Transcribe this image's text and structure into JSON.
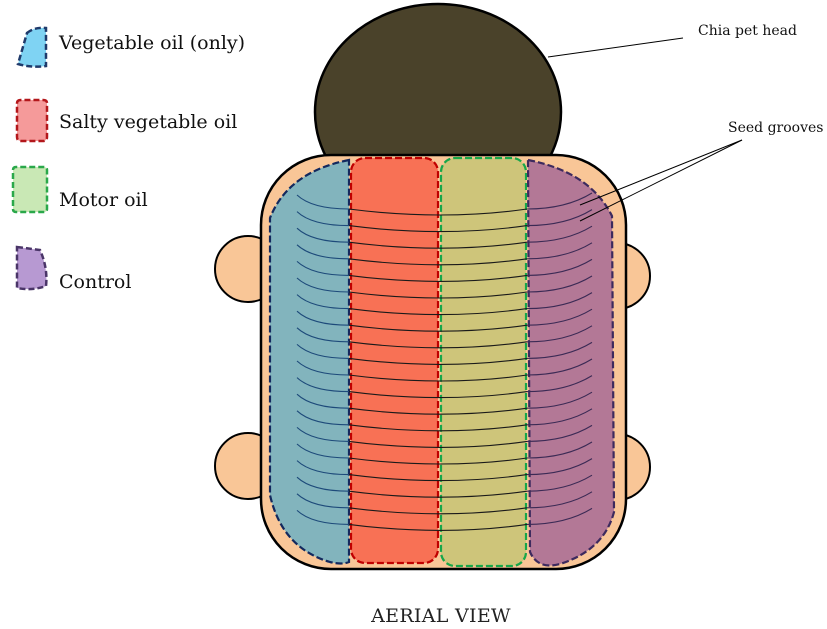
{
  "legend": [
    {
      "label": "Vegetable oil (only)",
      "fill": "#7fd3f3",
      "border": "#1f3a6b"
    },
    {
      "label": "Salty vegetable oil",
      "fill": "#f59a9a",
      "border": "#b3171b"
    },
    {
      "label": "Motor oil",
      "fill": "#c9e8b5",
      "border": "#2aa84a"
    },
    {
      "label": "Control",
      "fill": "#b799d2",
      "border": "#4a3568"
    }
  ],
  "annotations": {
    "head": "Chia pet head",
    "grooves": "Seed grooves"
  },
  "caption": "AERIAL VIEW",
  "colors": {
    "head": "#4a422a",
    "body": "#f9c697",
    "strip_veg": "#82b4bd",
    "strip_salty": "#f87155",
    "strip_motor": "#cec57a",
    "strip_control": "#b37896"
  }
}
